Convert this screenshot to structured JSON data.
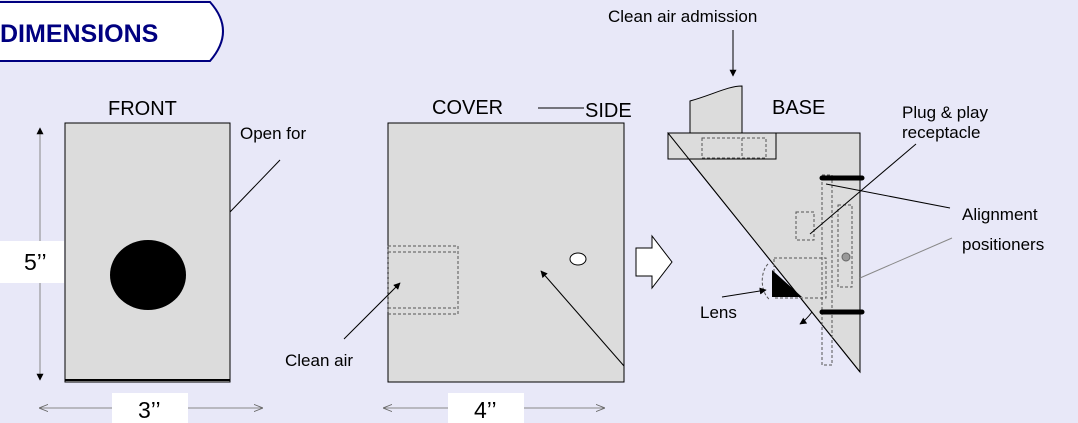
{
  "title": "DIMENSIONS",
  "labels": {
    "front": "FRONT",
    "cover": "COVER",
    "side": "SIDE",
    "base": "BASE",
    "open_for": "Open for",
    "clean_air": "Clean air",
    "clean_air_admission": "Clean air admission",
    "plug_play_line1": "Plug & play",
    "plug_play_line2": "receptacle",
    "alignment_line1": "Alignment",
    "alignment_line2": "positioners",
    "lens": "Lens"
  },
  "dimensions": {
    "height": "5’’",
    "front_width": "3’’",
    "cover_width": "4’’"
  },
  "colors": {
    "background": "#e8e8f8",
    "title": "#000080",
    "panel": "#dcdcdc"
  }
}
